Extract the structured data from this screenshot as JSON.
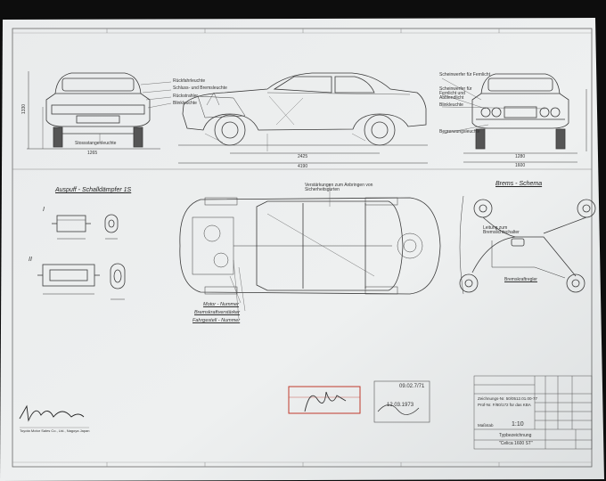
{
  "blueprint": {
    "section_titles": {
      "exhaust": "Auspuff - Schalldämpfer 1S",
      "brake": "Brems - Schema"
    },
    "exhaust_variants": [
      "I",
      "II"
    ],
    "side_labels": [
      "Rückfahrleuchte",
      "Schluss- und Bremsleuchte",
      "Rückstrahler",
      "Blinkleuchte"
    ],
    "bottom_left_label": "Stossstangenleuchte",
    "front_labels": [
      "Scheinwerfer für Fernlicht",
      "Scheinwerfer für Fernlicht und Abblendlicht",
      "Blinkleuchte"
    ],
    "front_bottom_label": "Begrenzungsleuchte",
    "center_note": "Verstärkungen zum Anbringen von Sicherheitsgurten",
    "top_view_labels": [
      "Motor - Nummer",
      "Bremskraftverstärker",
      "Fahrgestell - Nummer"
    ],
    "brake_labels": [
      "Leitung zum Bremslichtschalter",
      "Bremskraftregler"
    ],
    "dimensions": {
      "overall_length": "4190",
      "wheelbase": "2425",
      "rear_track": "1265",
      "front_track": "1280",
      "overall_width": "1600",
      "height": "1330"
    },
    "stamp": {
      "date_top": "09.02.7/71",
      "date_bottom": "12.03.1973"
    },
    "title_block": {
      "type_label": "Typbezeichnung",
      "type_name": "\"Celica 1600 ST\"",
      "scale_label": "Maßstab",
      "scale_value": "1:10",
      "notes": [
        "Zeichnungs-Nr. 50/0512.01.00-77",
        "Prüf-Nr. F/80/172 für das KBA"
      ]
    },
    "maker_lines": [
      "Toyota Motor Sales Co., Ltd., Nagoya Japan"
    ]
  }
}
